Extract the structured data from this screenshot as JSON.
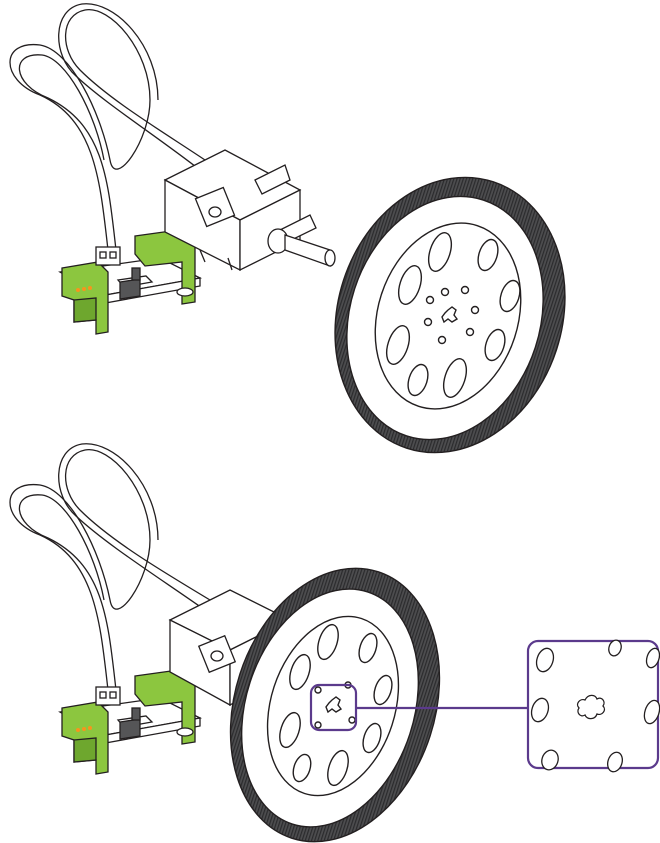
{
  "colors": {
    "background": "#ffffff",
    "outline": "#231f20",
    "board_green": "#8cc63f",
    "board_green_dark": "#6ea72e",
    "tire": "#4d4d4f",
    "tire_tread": "#2b2b2d",
    "hub": "#ffffff",
    "callout": "#5b3a8c",
    "switch_body": "#555557",
    "led": "#f7941d"
  },
  "scenes": [
    {
      "name": "step-separated",
      "state": "wheel detached from motor shaft"
    },
    {
      "name": "step-attached",
      "state": "wheel mounted on motor shaft",
      "detail_callout": "axle-hole-magnified"
    }
  ],
  "icons": [
    "usb-cable-icon",
    "dc-motor-icon",
    "wheel-icon",
    "switch-board-icon",
    "magnifier-callout-icon"
  ]
}
